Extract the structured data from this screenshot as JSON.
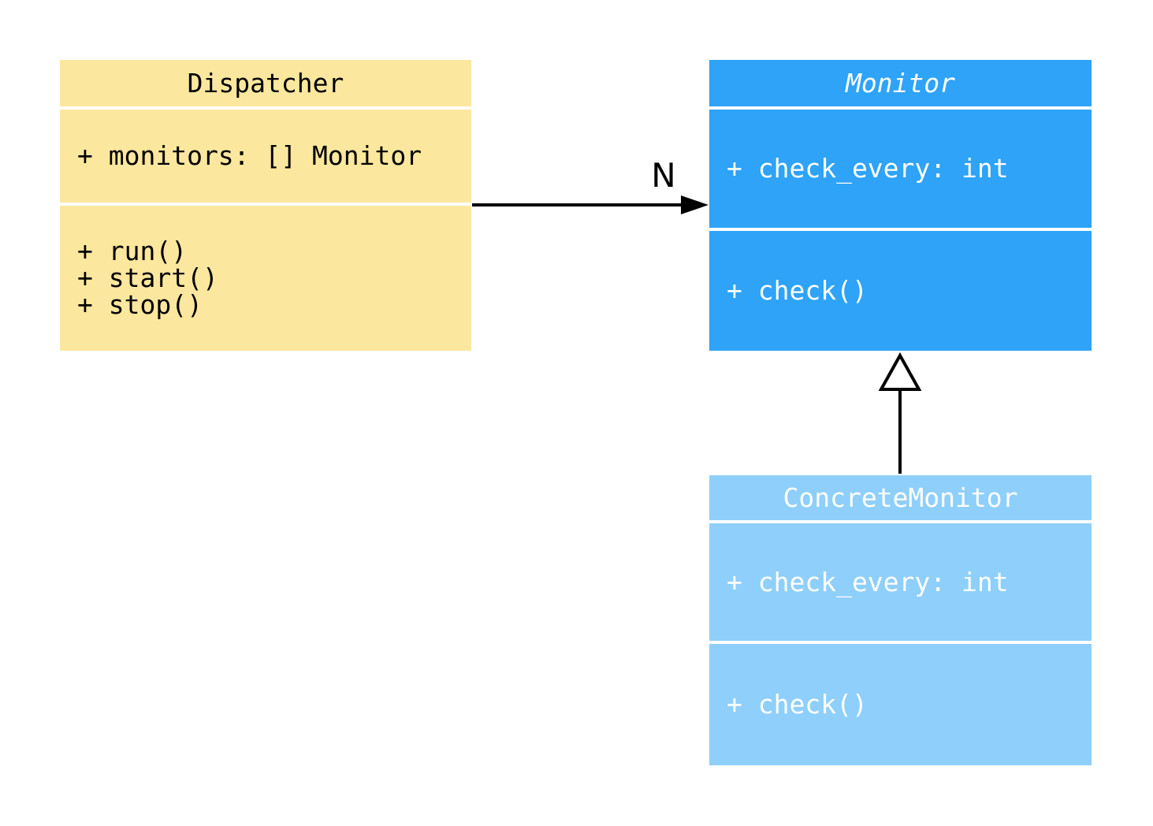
{
  "diagram": {
    "background_color": "#ffffff",
    "line_color": "#000000",
    "classes": {
      "dispatcher": {
        "name": "Dispatcher",
        "abstract": false,
        "fill": "#FCE79E",
        "text_color": "#000000",
        "attributes": [
          "+ monitors: [] Monitor"
        ],
        "methods": [
          "+ run()",
          "+ start()",
          "+ stop()"
        ]
      },
      "monitor": {
        "name": "Monitor",
        "abstract": true,
        "fill": "#2EA3F8",
        "text_color": "#ffffff",
        "attributes": [
          "+ check_every: int"
        ],
        "methods": [
          "+ check()"
        ]
      },
      "concrete_monitor": {
        "name": "ConcreteMonitor",
        "abstract": false,
        "fill": "#8FCFFB",
        "text_color": "#ffffff",
        "attributes": [
          "+ check_every: int"
        ],
        "methods": [
          "+ check()"
        ]
      }
    },
    "relationships": {
      "association": {
        "from": "Dispatcher",
        "to": "Monitor",
        "label": "N"
      },
      "generalization": {
        "from": "ConcreteMonitor",
        "to": "Monitor"
      }
    }
  }
}
